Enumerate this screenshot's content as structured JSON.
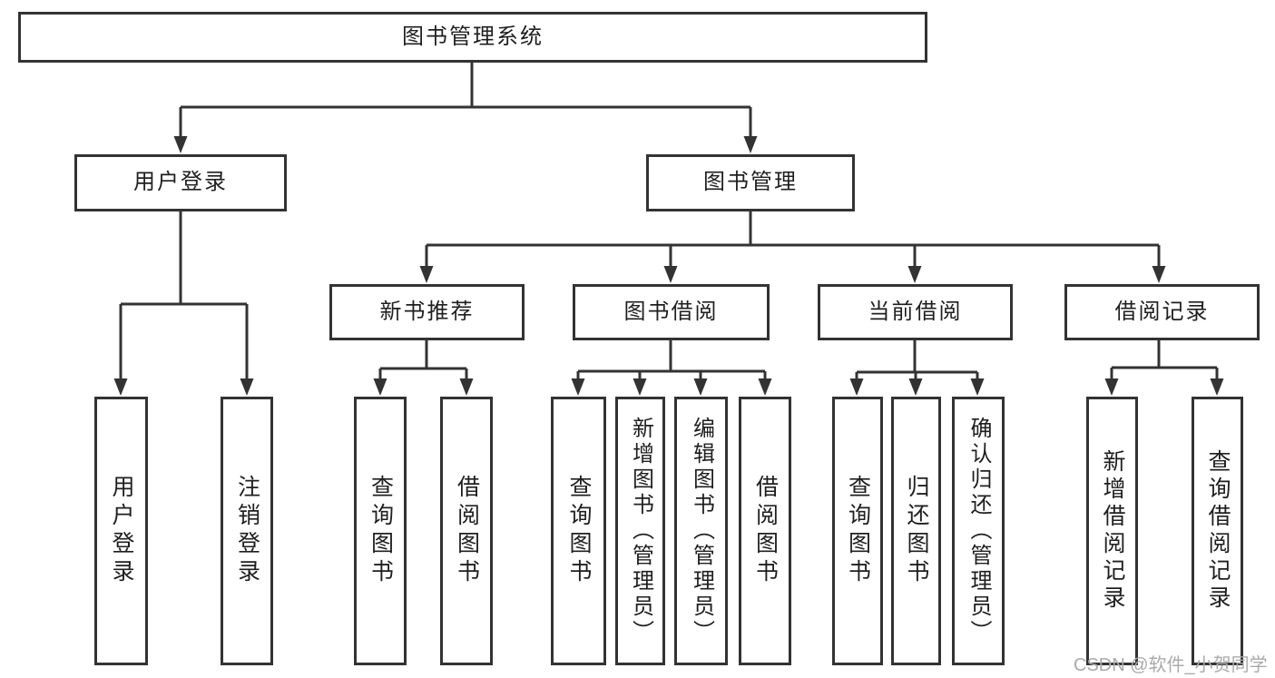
{
  "diagram": {
    "root_label": "图书管理系统",
    "level2": {
      "user_login": "用户登录",
      "book_management": "图书管理"
    },
    "level3": {
      "new_book_recommend": "新书推荐",
      "book_borrow": "图书借阅",
      "current_borrow": "当前借阅",
      "borrow_records": "借阅记录"
    },
    "leaves": {
      "user_login": [
        "用户登录",
        "注销登录"
      ],
      "new_book_recommend": [
        "查询图书",
        "借阅图书"
      ],
      "book_borrow": [
        "查询图书",
        "新增图书（管理员）",
        "编辑图书（管理员）",
        "借阅图书"
      ],
      "current_borrow": [
        "查询图书",
        "归还图书",
        "确认归还（管理员）"
      ],
      "borrow_records": [
        "新增借阅记录",
        "查询借阅记录"
      ]
    },
    "watermark": "CSDN @软件_小贺同学",
    "colors": {
      "line": "#333333",
      "box_border": "#333333",
      "text": "#1f1f1f",
      "watermark": "#aaaaaa",
      "background": "#ffffff"
    }
  }
}
